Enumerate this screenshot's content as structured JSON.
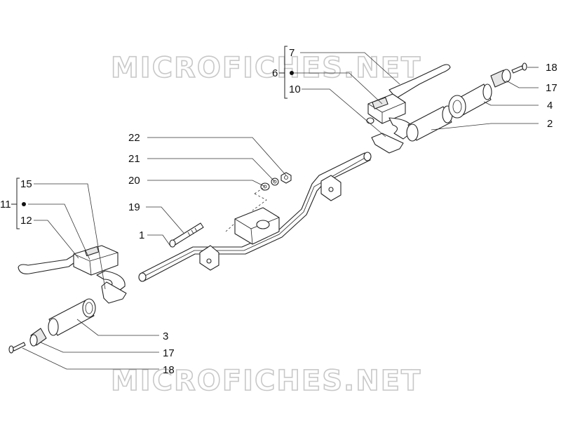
{
  "watermark": "MICROFICHES.NET",
  "callouts": {
    "c1": "1",
    "c2": "2",
    "c3": "3",
    "c4": "4",
    "c6": "6",
    "c7": "7",
    "c10": "10",
    "c11": "11",
    "c12": "12",
    "c15": "15",
    "c17a": "17",
    "c17b": "17",
    "c18a": "18",
    "c18b": "18",
    "c19": "19",
    "c20": "20",
    "c21": "21",
    "c22": "22"
  }
}
